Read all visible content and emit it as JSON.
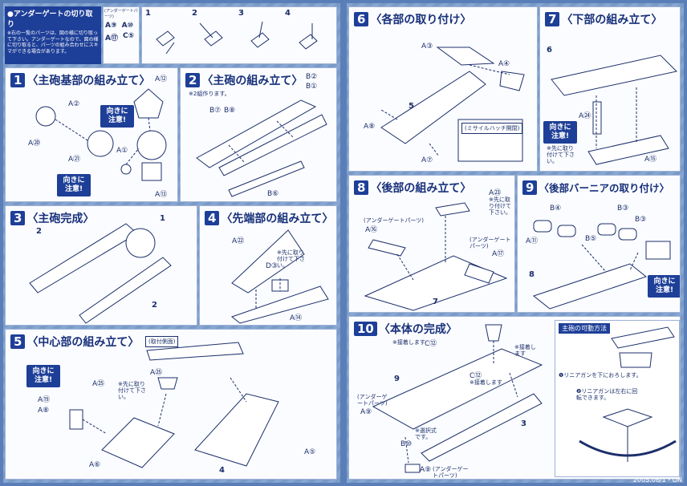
{
  "gate": {
    "title": "●アンダーゲートの切り取り",
    "desc": "※右の一覧のパーツは、図の様に切り取って下さい。アンダーゲートなので、図の様に切り取ると、パーツの組み合わせにスキマができる場合があります。",
    "col_header": "(アンダーゲートパーツ)",
    "parts": [
      "A⑨",
      "A⑩",
      "A⑰",
      "C⑤"
    ],
    "steps": [
      "1",
      "2",
      "3",
      "4"
    ]
  },
  "caution_text": "向きに注意!",
  "s1": {
    "num": "1",
    "title": "〈主砲基部の組み立て〉",
    "labels": [
      "A⑫",
      "A②",
      "A⑳",
      "A㉑",
      "A①",
      "A⑬"
    ]
  },
  "s2": {
    "num": "2",
    "title": "〈主砲の組み立て〉",
    "note": "※2組作ります。",
    "labels": [
      "B②",
      "B①",
      "B⑦",
      "B⑧",
      "B⑥"
    ]
  },
  "s3": {
    "num": "3",
    "title": "〈主砲完成〉",
    "labels": [
      "1",
      "2",
      "2"
    ]
  },
  "s4": {
    "num": "4",
    "title": "〈先端部の組み立て〉",
    "labels": [
      "A㉒",
      "D③",
      "A⑭"
    ],
    "note": "※先に取り付けて下さい。"
  },
  "s5": {
    "num": "5",
    "title": "〈中心部の組み立て〉",
    "tag": "(取付側面)",
    "labels": [
      "A⑲",
      "A⑧",
      "A㉕",
      "A㉕",
      "A⑥",
      "A⑤",
      "4"
    ],
    "note": "※先に取り付けて下さい。"
  },
  "s6": {
    "num": "6",
    "title": "〈各部の取り付け〉",
    "labels": [
      "A③",
      "A④",
      "5",
      "A⑧",
      "A⑦"
    ],
    "tag": "(ミサイルハッチ開閉)"
  },
  "s7": {
    "num": "7",
    "title": "〈下部の組み立て〉",
    "labels": [
      "6",
      "A㉔",
      "A⑮"
    ],
    "note": "※先に取り付けて下さい。"
  },
  "s8": {
    "num": "8",
    "title": "〈後部の組み立て〉",
    "labels": [
      "A㉓",
      "A⑯",
      "A⑰",
      "7"
    ],
    "gate1": "(アンダーゲートパーツ)",
    "gate2": "(アンダーゲートパーツ)",
    "note": "※先に取り付けて下さい。"
  },
  "s9": {
    "num": "9",
    "title": "〈後部バーニアの取り付け〉",
    "labels": [
      "B④",
      "B③",
      "B③",
      "A⑪",
      "B⑤",
      "8"
    ]
  },
  "s10": {
    "num": "10",
    "title": "〈本体の完成〉",
    "labels": [
      "C⑫",
      "C⑫",
      "9",
      "A⑨",
      "B⑩",
      "A⑨",
      "3"
    ],
    "notes": [
      "※接着します",
      "※接着します",
      "※接着します",
      "※選択式です。"
    ],
    "gate1": "(アンダーゲートパーツ)",
    "gate2": "(アンダーゲートパーツ)",
    "sub_title": "主砲の可動方法",
    "move1": "❶リニアガンを下におろします。",
    "move2": "❷リニアガンは左右に回転できます。"
  },
  "date": "2005.06/1・ON",
  "colors": {
    "ink": "#1b2f6b",
    "accent": "#1e3f98",
    "bg": "#7fa0cf"
  }
}
